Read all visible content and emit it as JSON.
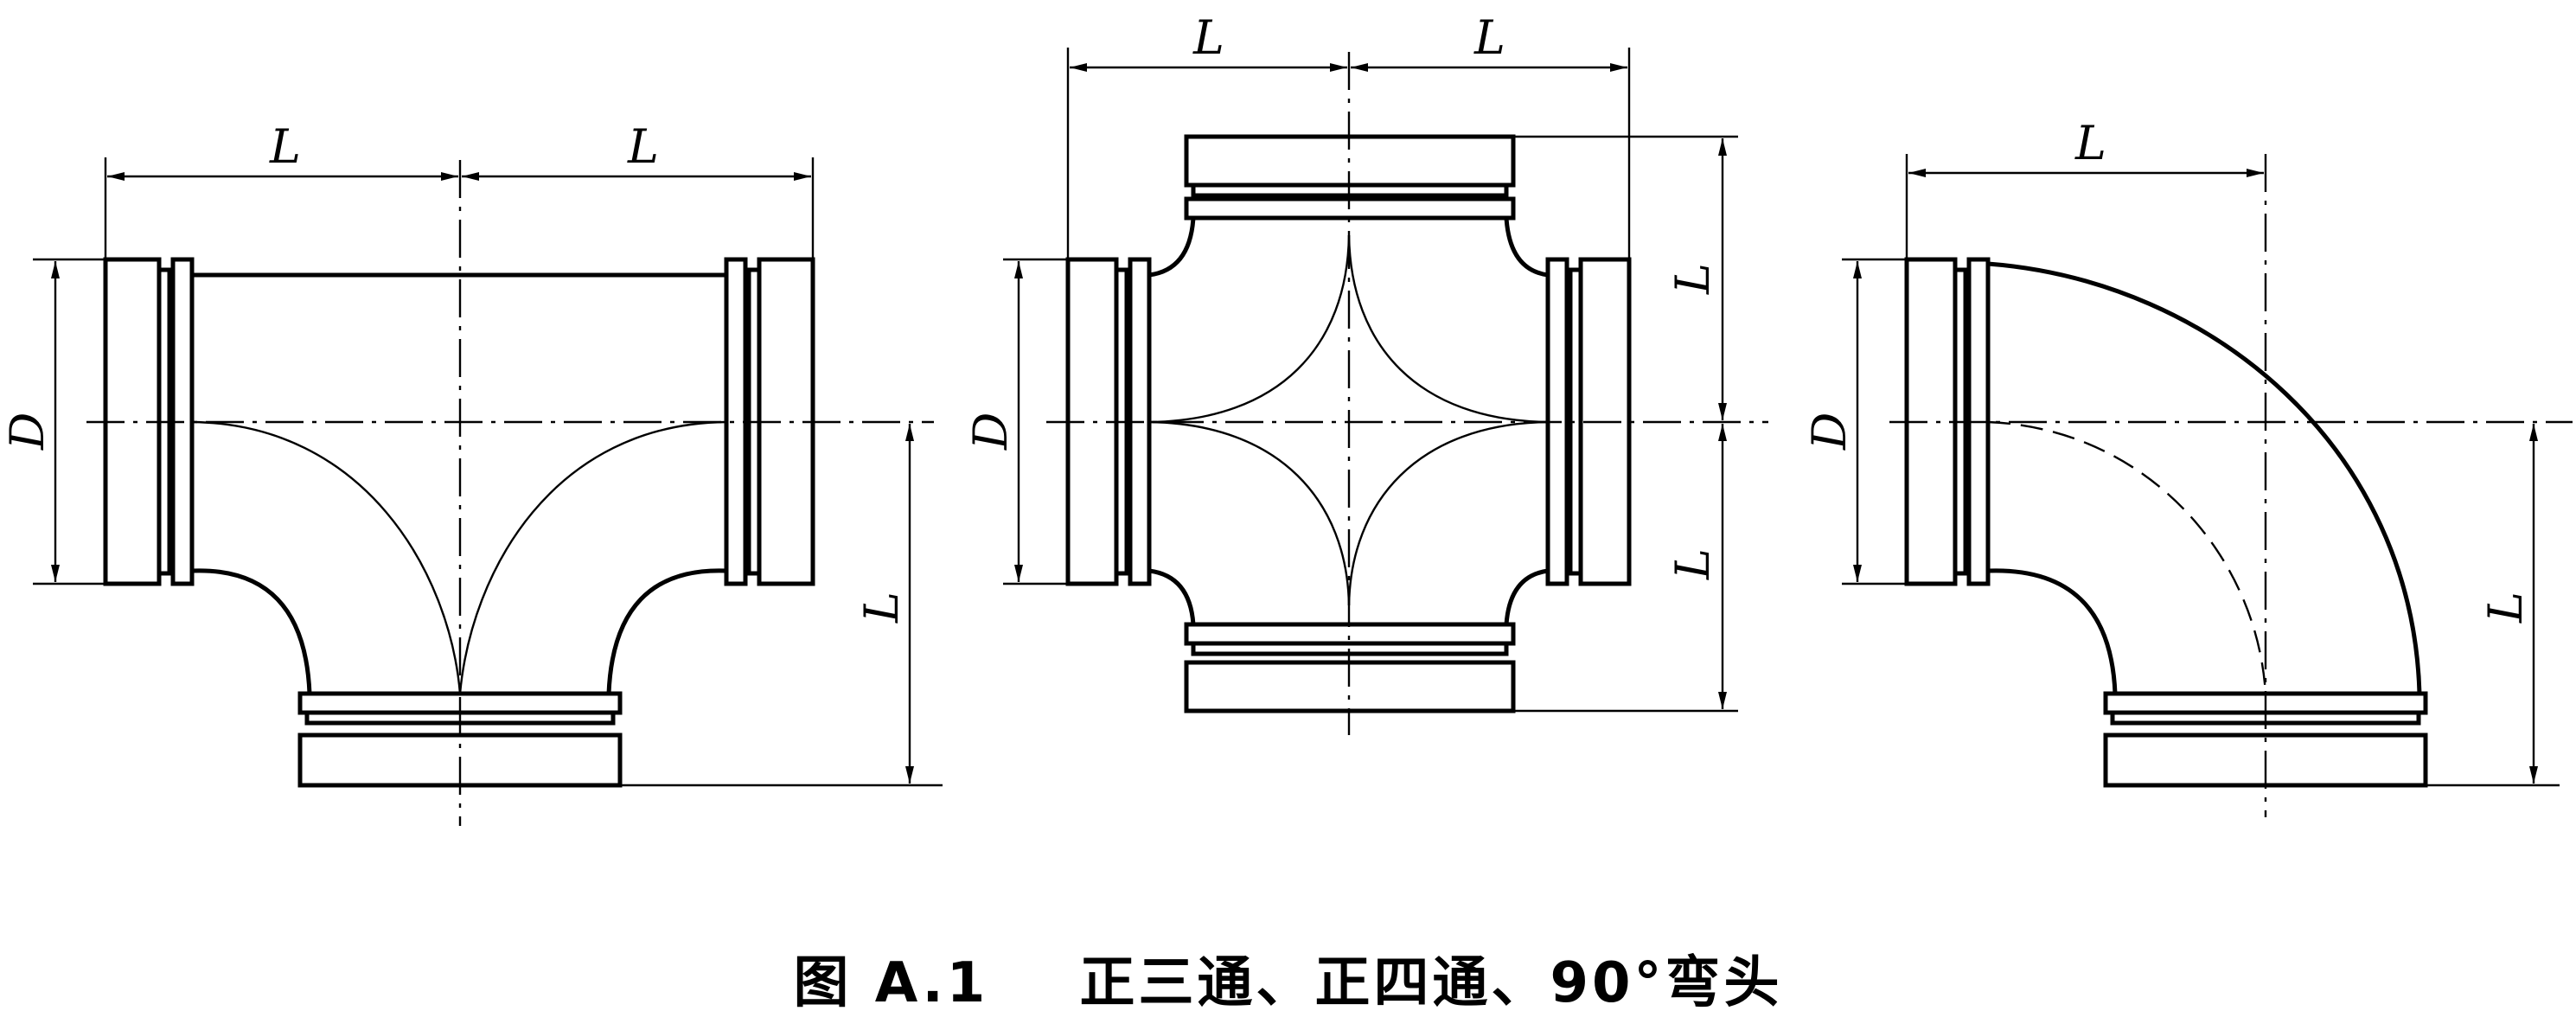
{
  "figure": {
    "number": "图 A.1",
    "title": "正三通、正四通、90°弯头"
  },
  "dimension_labels": {
    "tee": {
      "length_left": "L",
      "length_right": "L",
      "diameter": "D",
      "length_branch": "L"
    },
    "cross": {
      "length_left": "L",
      "length_right": "L",
      "diameter": "D",
      "length_top": "L",
      "length_bottom": "L"
    },
    "elbow": {
      "length_horizontal": "L",
      "diameter": "D",
      "length_vertical": "L"
    }
  }
}
